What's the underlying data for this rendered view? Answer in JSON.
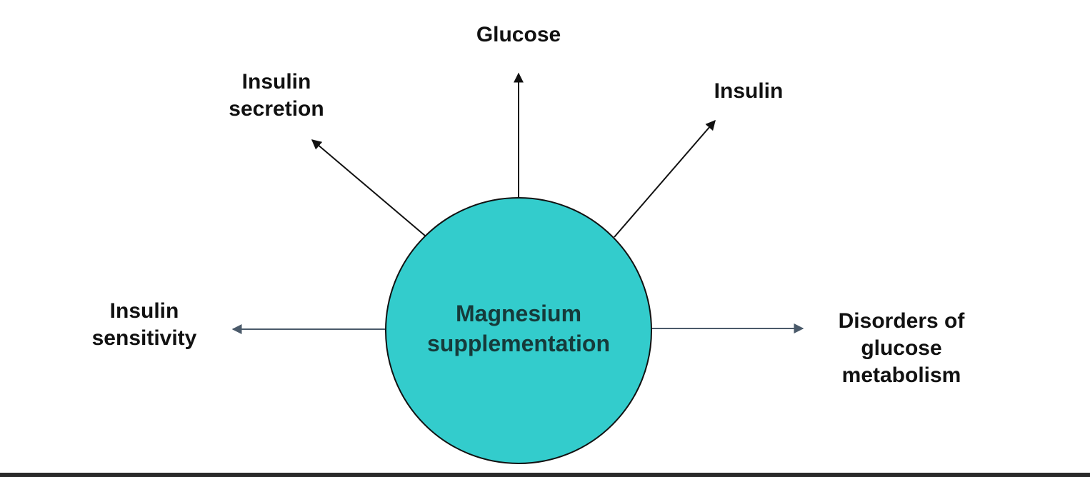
{
  "center": {
    "line1": "Magnesium",
    "line2": "supplementation",
    "fill": "#33cccc"
  },
  "effects": {
    "glucose": {
      "line1": "Glucose"
    },
    "insulin_secretion": {
      "line1": "Insulin",
      "line2": "secretion"
    },
    "insulin": {
      "line1": "Insulin"
    },
    "insulin_sensitivity": {
      "line1": "Insulin",
      "line2": "sensitivity"
    },
    "disorders": {
      "line1": "Disorders of",
      "line2": "glucose",
      "line3": "metabolism"
    }
  },
  "colors": {
    "dark_arrow": "#111111",
    "grey_arrow": "#4a5a6a"
  }
}
